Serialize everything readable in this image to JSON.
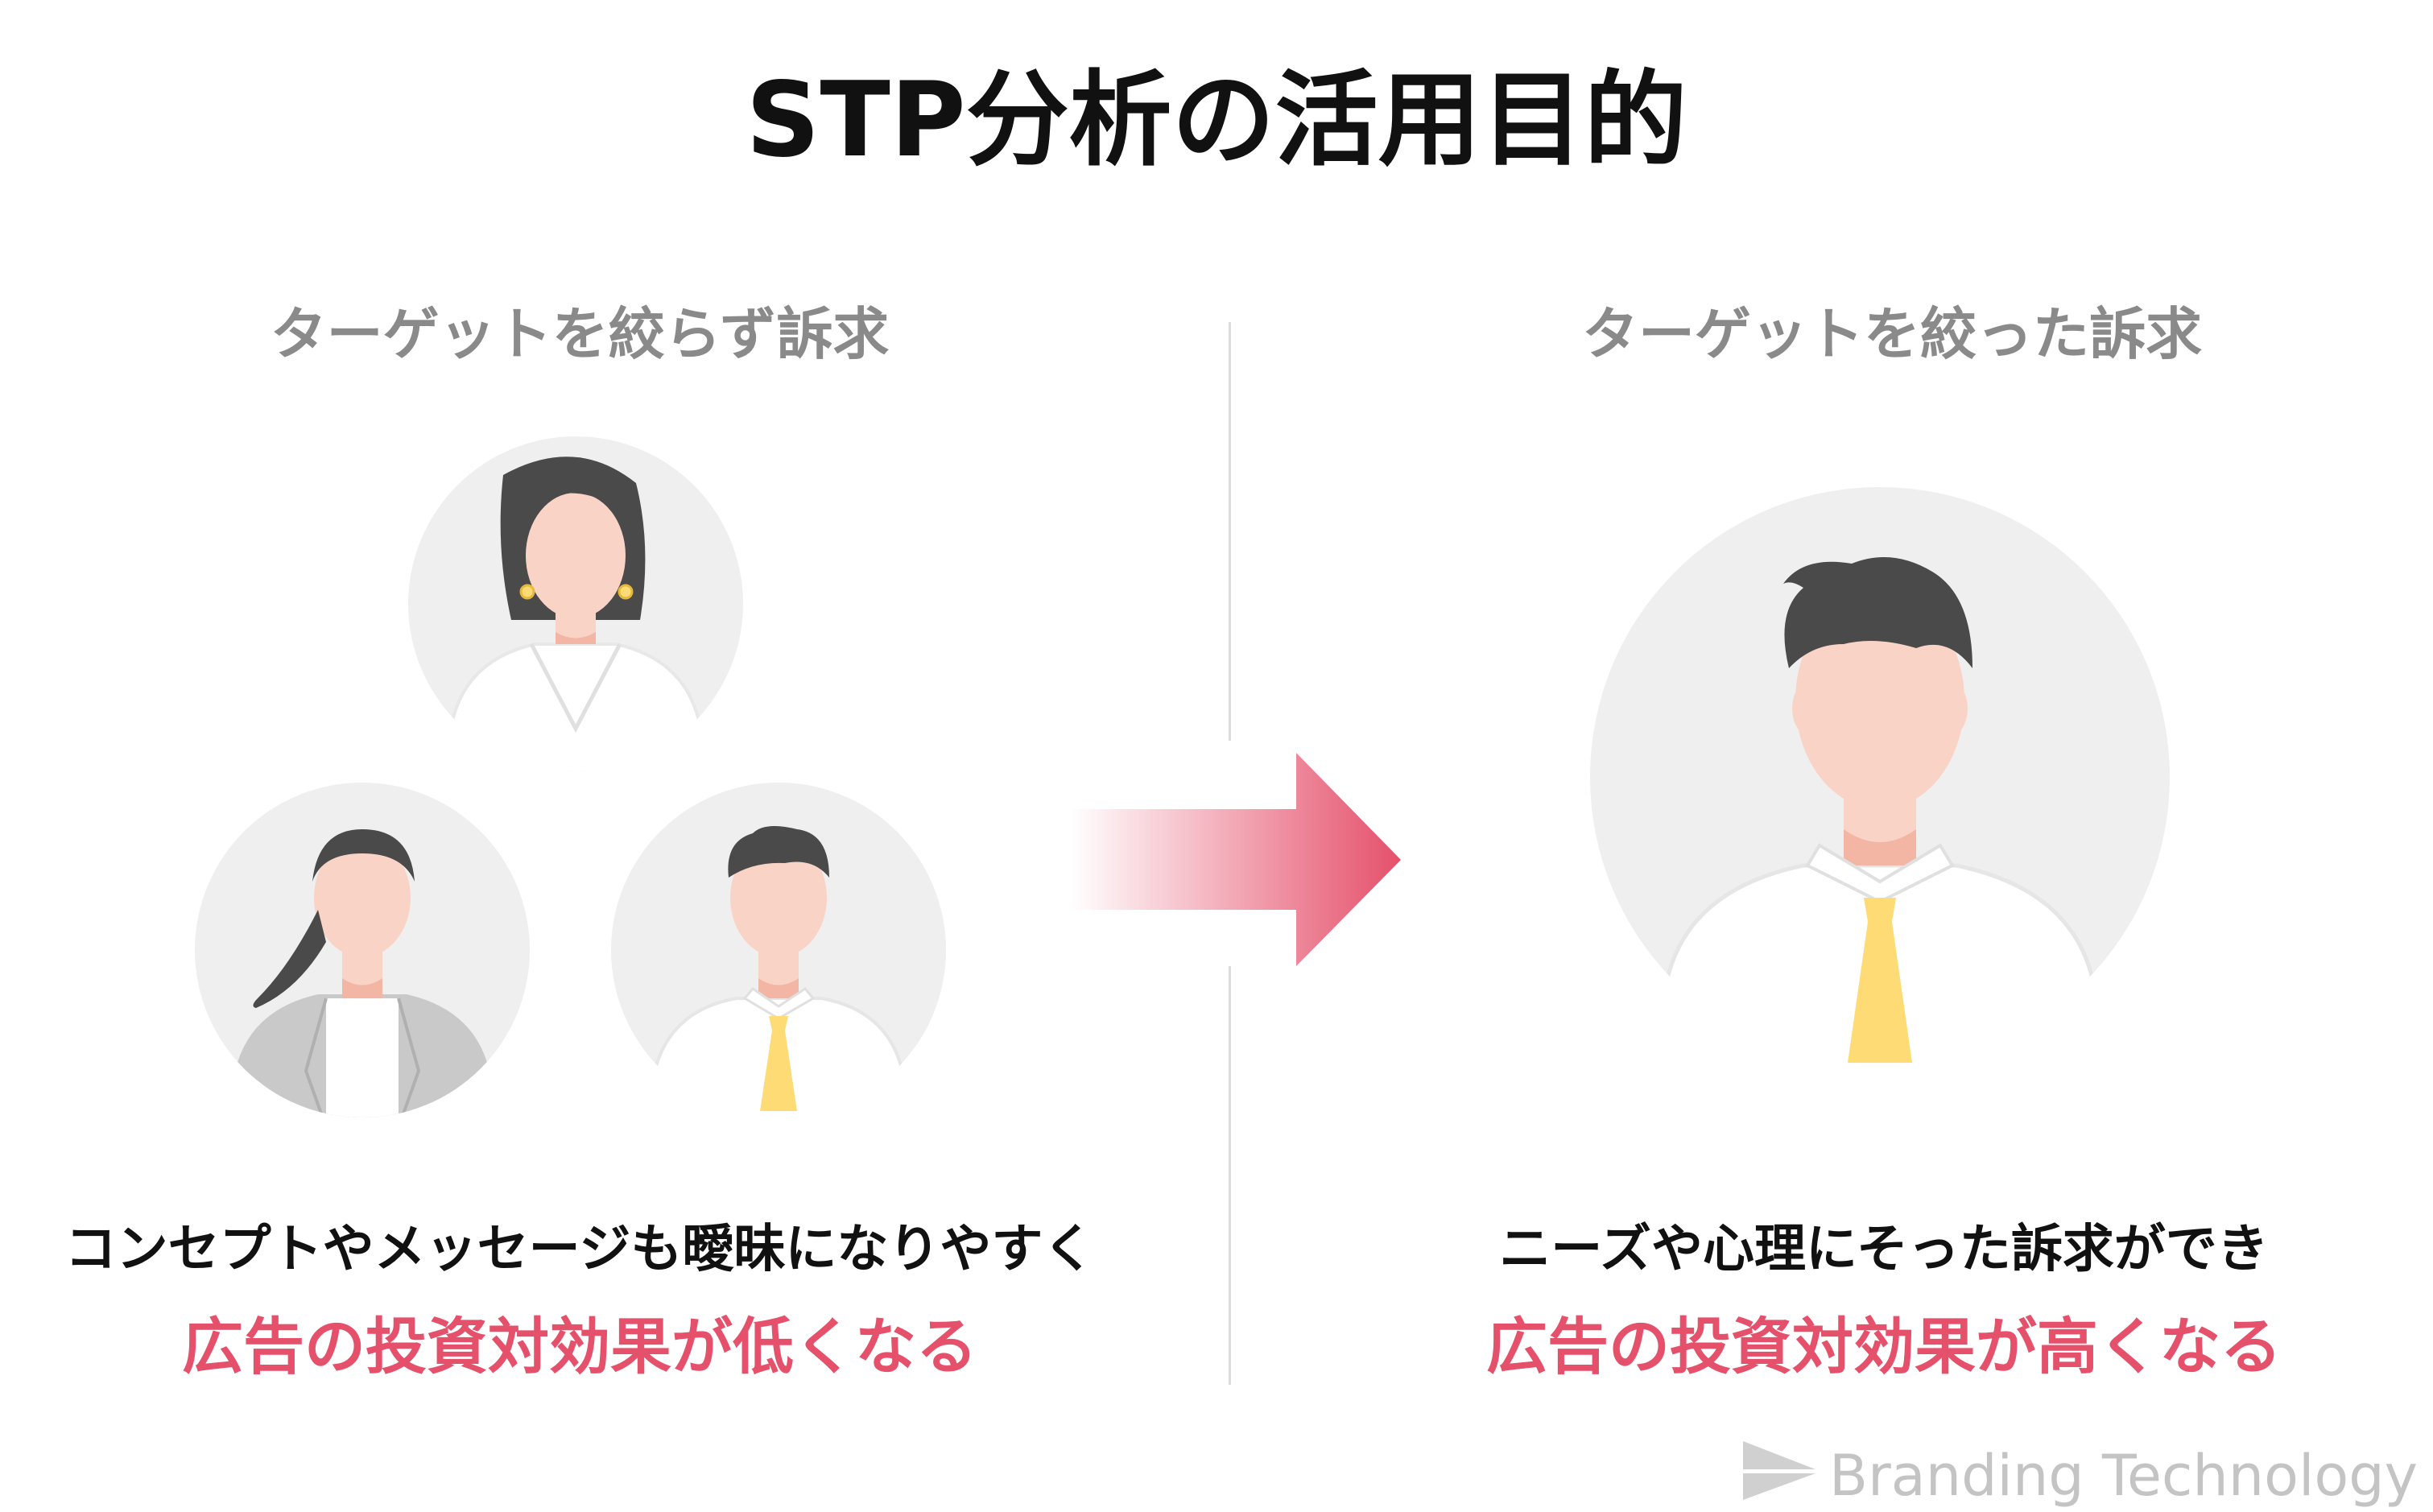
{
  "title": "STP分析の活用目的",
  "left": {
    "heading": "ターゲットを絞らず訴求",
    "line1": "コンセプトやメッセージも曖昧になりやすく",
    "line2": "広告の投資対効果が低くなる"
  },
  "right": {
    "heading": "ターゲットを絞った訴求",
    "line1": "ニーズや心理にそった訴求ができ",
    "line2": "広告の投資対効果が高くなる"
  },
  "brand": {
    "name": "Branding Technology"
  },
  "colors": {
    "accent": "#e5506b",
    "heading_gray": "#8a8a8a",
    "circle_bg": "#efefef",
    "skin": "#f9d4c6",
    "hair": "#4a4a4a",
    "tie": "#fedb75"
  }
}
